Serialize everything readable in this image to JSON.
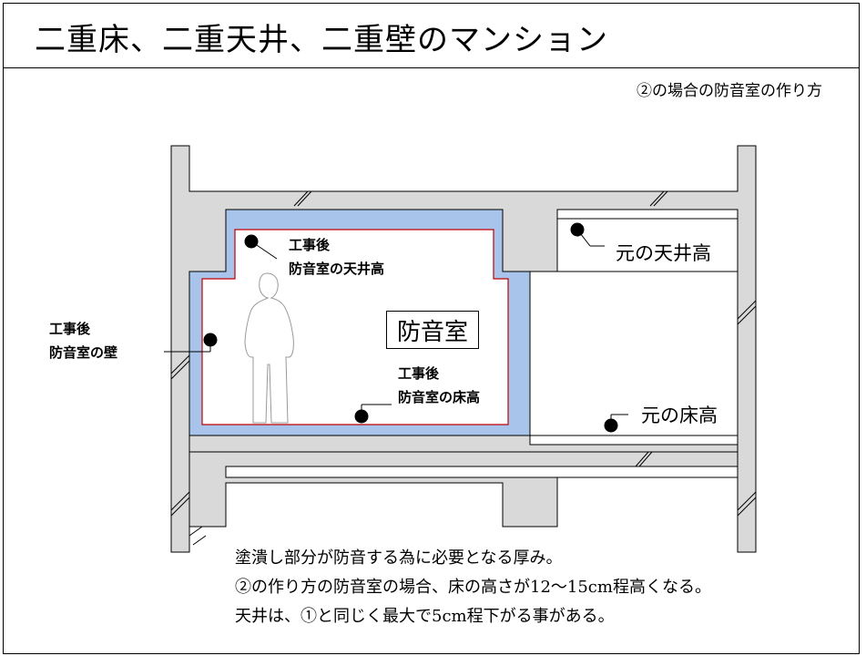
{
  "title": "二重床、二重天井、二重壁のマンション",
  "subtitle": "②の場合の防音室の作り方",
  "room_label": "防音室",
  "labels": {
    "ceiling_after_l1": "工事後",
    "ceiling_after_l2": "防音室の天井高",
    "wall_after_l1": "工事後",
    "wall_after_l2": "防音室の壁",
    "floor_after_l1": "工事後",
    "floor_after_l2": "防音室の床高",
    "orig_ceiling": "元の天井高",
    "orig_floor": "元の床高"
  },
  "notes": [
    "塗潰し部分が防音する為に必要となる厚み。",
    "②の作り方の防音室の場合、床の高さが12～15cm程高くなる。",
    "天井は、①と同じく最大で5cm程下がる事がある。"
  ],
  "colors": {
    "concrete": "#d9d9d9",
    "soundproof_fill": "#a9c4ea",
    "inner_outline": "#c00000",
    "line": "#000000"
  }
}
